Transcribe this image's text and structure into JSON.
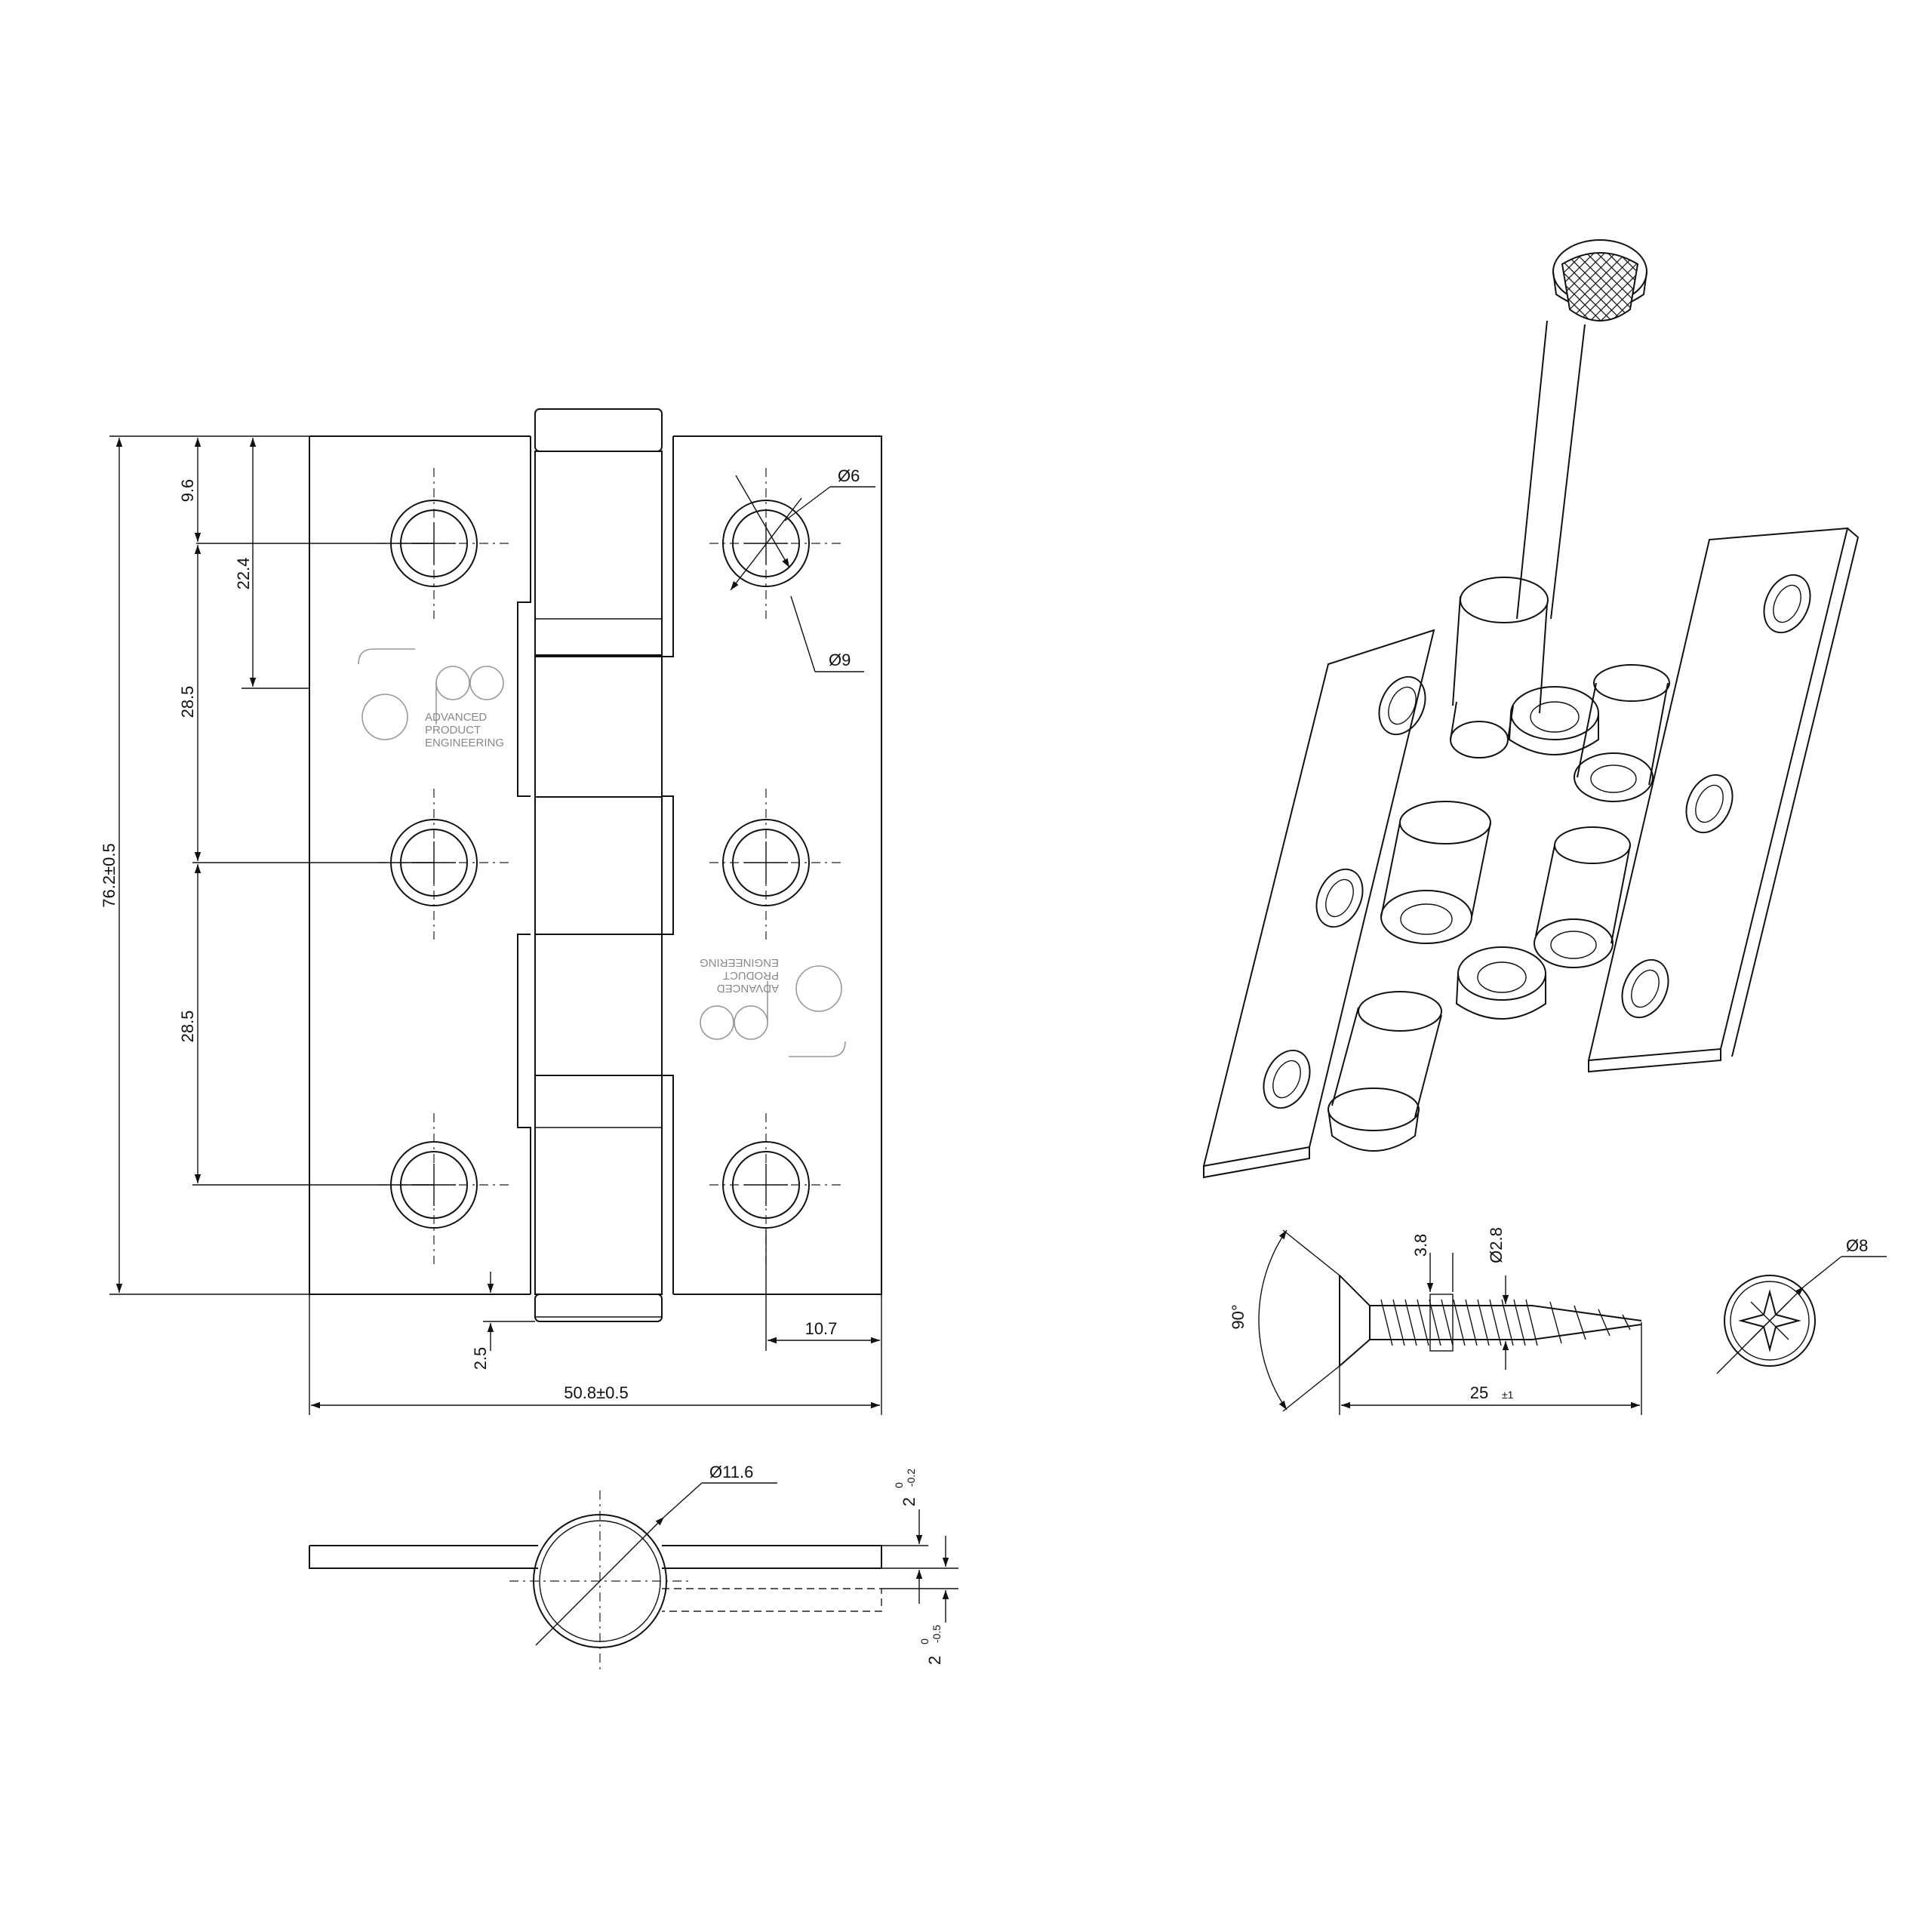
{
  "front_view": {
    "dim_overall_height": "76.2±0.5",
    "dim_top_hole": "9.6",
    "dim_top_hole_2": "22.4",
    "dim_pitch_1": "28.5",
    "dim_pitch_2": "28.5",
    "dim_knuckle_offset": "2.5",
    "dim_overall_width": "50.8±0.5",
    "dim_hole_edge": "10.7",
    "dim_hole_inner": "Ø6",
    "dim_hole_outer": "Ø9"
  },
  "logo": {
    "mark": "ape",
    "line1": "ADVANCED",
    "line2": "PRODUCT",
    "line3": "ENGINEERING"
  },
  "side_view": {
    "dim_knuckle_dia": "Ø11.6",
    "dim_leaf_1": "2",
    "dim_leaf_1_tol_upper": "0",
    "dim_leaf_1_tol_lower": "-0.2",
    "dim_leaf_2": "2",
    "dim_leaf_2_tol_upper": "0",
    "dim_leaf_2_tol_lower": "-0.5"
  },
  "screw": {
    "dim_angle": "90°",
    "dim_thread_pitch": "3.8",
    "dim_core_dia": "Ø2.8",
    "dim_length": "25",
    "dim_length_tol": "±1",
    "dim_head_dia": "Ø8"
  }
}
